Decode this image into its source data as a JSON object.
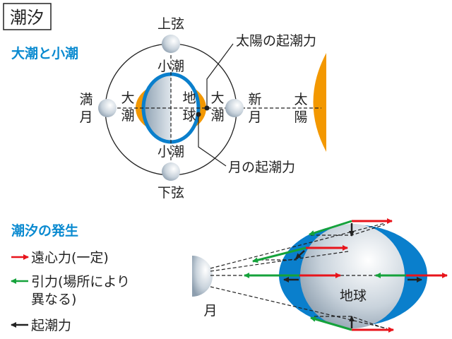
{
  "title": "潮汐",
  "section1": {
    "heading": "大潮と小潮",
    "moon_phases": {
      "first_quarter": "上弦",
      "last_quarter": "下弦",
      "full_moon": [
        "満",
        "月"
      ],
      "new_moon": [
        "新",
        "月"
      ]
    },
    "sun": [
      "太",
      "陽"
    ],
    "neap_tide": "小潮",
    "spring_tide": [
      "大",
      "潮"
    ],
    "earth": [
      "地",
      "球"
    ],
    "sun_tidal_force": "太陽の起潮力",
    "moon_tidal_force": "月の起潮力"
  },
  "section2": {
    "heading": "潮汐の発生",
    "legend": [
      {
        "label": "遠心力(一定)",
        "color": "#e8141b"
      },
      {
        "label": "引力(場所により",
        "label2": "異なる)",
        "color": "#15a23b"
      },
      {
        "label": "起潮力",
        "color": "#222222"
      }
    ],
    "moon": "月",
    "earth": "地球"
  },
  "colors": {
    "ocean": "#0a7fcc",
    "sun": "#f39800",
    "accent": "#0a8ad0"
  }
}
